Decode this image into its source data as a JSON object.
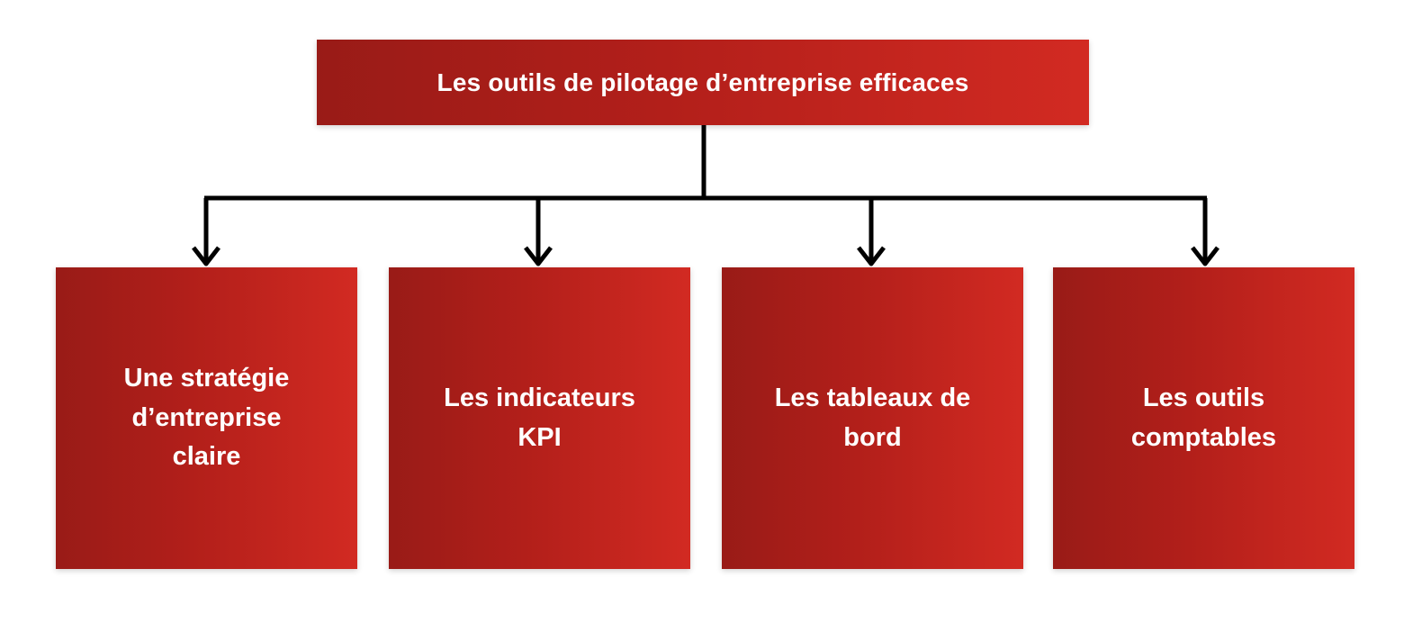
{
  "root": {
    "label": "Les outils de pilotage d’entreprise efficaces"
  },
  "children": [
    {
      "label": "Une stratégie\nd’entreprise\nclaire"
    },
    {
      "label": "Les indicateurs\nKPI"
    },
    {
      "label": "Les tableaux de\nbord"
    },
    {
      "label": "Les outils\ncomptables"
    }
  ],
  "colors": {
    "box_dark": "#991b17",
    "box_light": "#d22a22",
    "connector": "#000000",
    "text": "#ffffff"
  }
}
